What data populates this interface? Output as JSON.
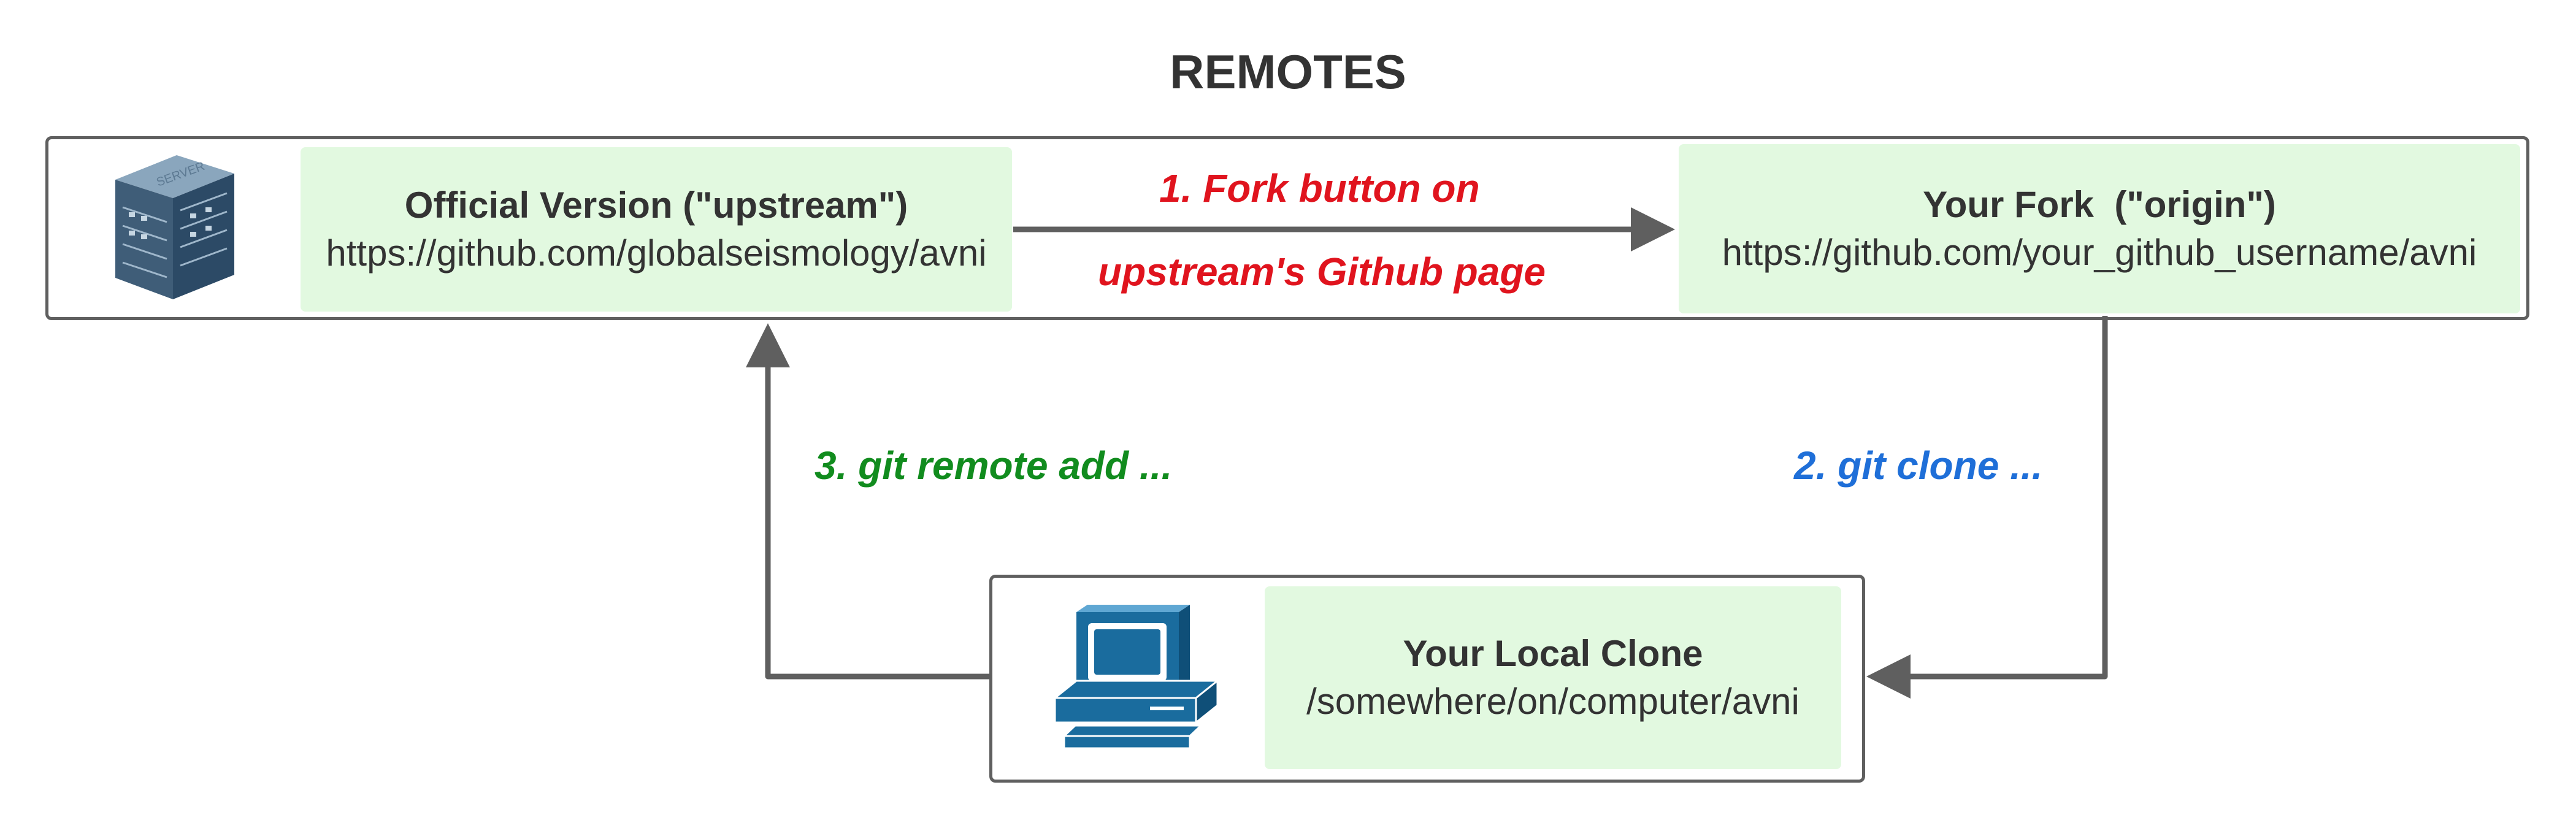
{
  "diagram": {
    "title": "REMOTES",
    "upstream": {
      "title": "Official Version (\"upstream\")",
      "url": "https://github.com/globalseismology/avni"
    },
    "origin": {
      "title": "Your Fork  (\"origin\")",
      "url": "https://github.com/your_github_username/avni"
    },
    "local": {
      "title": "Your Local Clone",
      "path": "/somewhere/on/computer/avni"
    },
    "steps": {
      "fork_line1": "1. Fork button on",
      "fork_line2": "upstream's Github page",
      "clone": "2. git clone ...",
      "remote_add": "3. git remote add ..."
    },
    "colors": {
      "fork": "#e0141e",
      "clone": "#1f6fd8",
      "remote_add": "#118c1e",
      "box_fill": "#e2f9e0",
      "frame": "#5f5f5f",
      "icon_blue": "#1a6c9e"
    },
    "icons": {
      "server": "server-icon",
      "computer": "computer-icon"
    }
  }
}
